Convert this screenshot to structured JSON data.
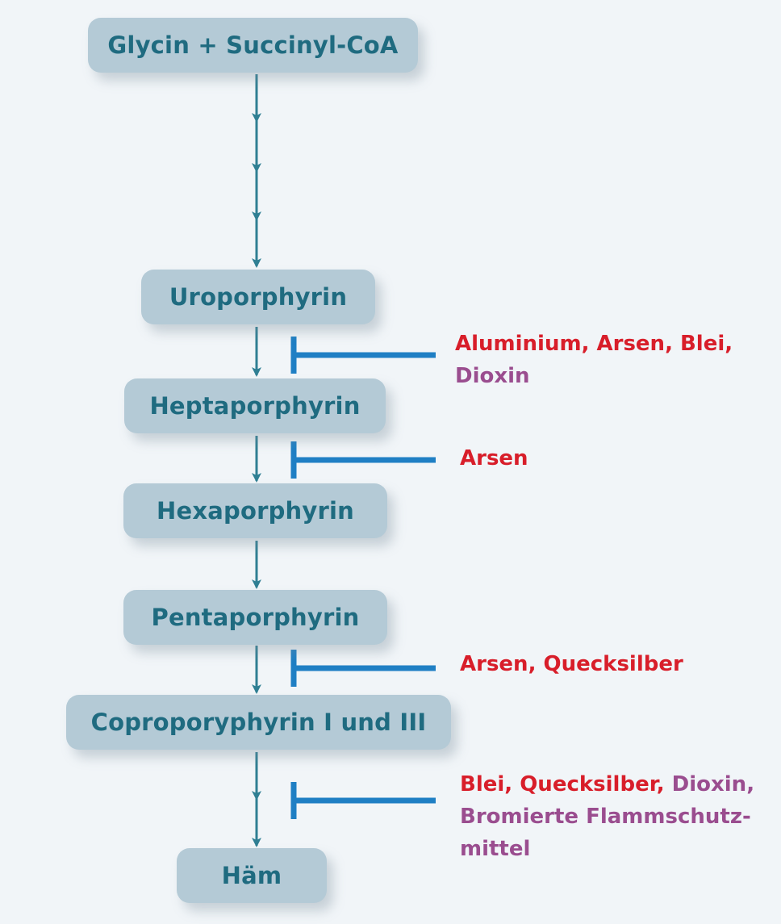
{
  "nodes": {
    "glycin": "Glycin + Succinyl-CoA",
    "uroporphyrin": "Uroporphyrin",
    "heptaporphyrin": "Heptaporphyrin",
    "hexaporphyrin": "Hexaporphyrin",
    "pentaporphyrin": "Pentaporphyrin",
    "coproporphyrin": "Coproporyphyrin I und III",
    "haem": "Häm"
  },
  "inhibitors": {
    "step1": {
      "red": "Aluminium, Arsen, Blei,",
      "purple": "Dioxin"
    },
    "step2": {
      "red": "Arsen"
    },
    "step3": {
      "red": "Arsen, Quecksilber"
    },
    "step4": {
      "red": "Blei, Quecksilber,",
      "purple_1": "Dioxin,",
      "purple_2": "Bromierte Flammschutz-",
      "purple_3": "mittel"
    }
  },
  "colors": {
    "background": "#f1f5f8",
    "node_fill": "#b4cad6",
    "node_text": "#1f6b80",
    "arrow": "#2f7f93",
    "inhibition_bar": "#1f7fc4",
    "heavy_metal_red": "#d81e2a",
    "organic_purple": "#9a4d8f"
  }
}
